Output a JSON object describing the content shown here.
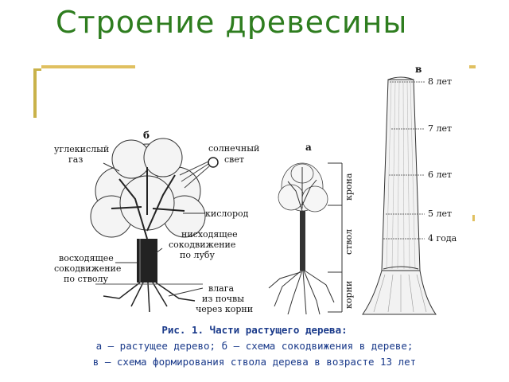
{
  "title": "Строение древесины",
  "labels": {
    "panel_b": "б",
    "panel_a": "а",
    "panel_v": "в",
    "co2_line1": "углекислый",
    "co2_line2": "газ",
    "sun_line1": "солнечный",
    "sun_line2": "свет",
    "oxygen": "кислород",
    "down_line1": "нисходящее",
    "down_line2": "сокодвижение",
    "down_line3": "по лубу",
    "up_line1": "восходящее",
    "up_line2": "сокодвижение",
    "up_line3": "по стволу",
    "water_line1": "влага",
    "water_line2": "из почвы",
    "water_line3": "через корни",
    "crown": "крона",
    "trunk": "ствол",
    "roots": "корни",
    "age_8": "8 лет",
    "age_7": "7 лет",
    "age_6": "6 лет",
    "age_5": "5 лет",
    "age_4": "4 года"
  },
  "caption": {
    "title": "Рис. 1. Части растущего дерева:",
    "line1": "а – растущее дерево; б – схема сокодвижения в дереве;",
    "line2": "в – схема формирования ствола дерева в возрасте 13 лет"
  },
  "colors": {
    "title": "#2e7d1f",
    "caption": "#1a3a8a",
    "accent": "#e0c060"
  }
}
